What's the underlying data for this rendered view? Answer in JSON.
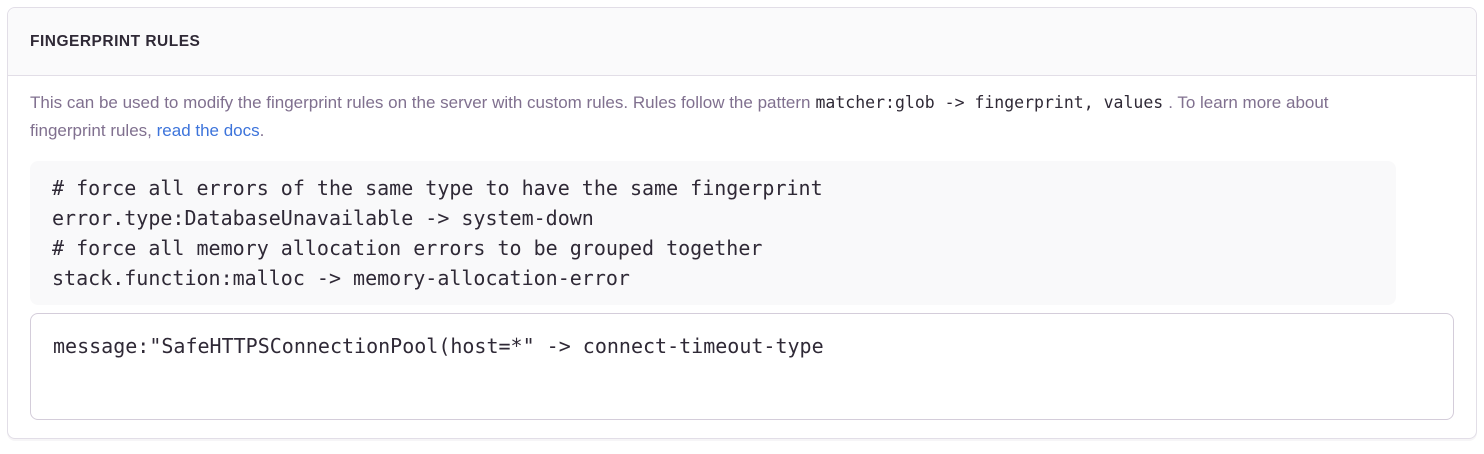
{
  "panel": {
    "header": "FINGERPRINT RULES"
  },
  "description": {
    "part1": "This can be used to modify the fingerprint rules on the server with custom rules. Rules follow the pattern",
    "inline_code": "matcher:glob -> fingerprint, values",
    "part2": ". To learn more about fingerprint rules, ",
    "link_text": "read the docs",
    "part3": "."
  },
  "example": {
    "code": "# force all errors of the same type to have the same fingerprint\nerror.type:DatabaseUnavailable -> system-down\n# force all memory allocation errors to be grouped together\nstack.function:malloc -> memory-allocation-error"
  },
  "rules_input": {
    "value": "message:\"SafeHTTPSConnectionPool(host=*\" -> connect-timeout-type"
  },
  "colors": {
    "heading": "#2f2936",
    "muted_text": "#80708f",
    "link": "#3d74db",
    "example_bg": "#f9f9fa",
    "panel_border": "#e2dee7"
  }
}
